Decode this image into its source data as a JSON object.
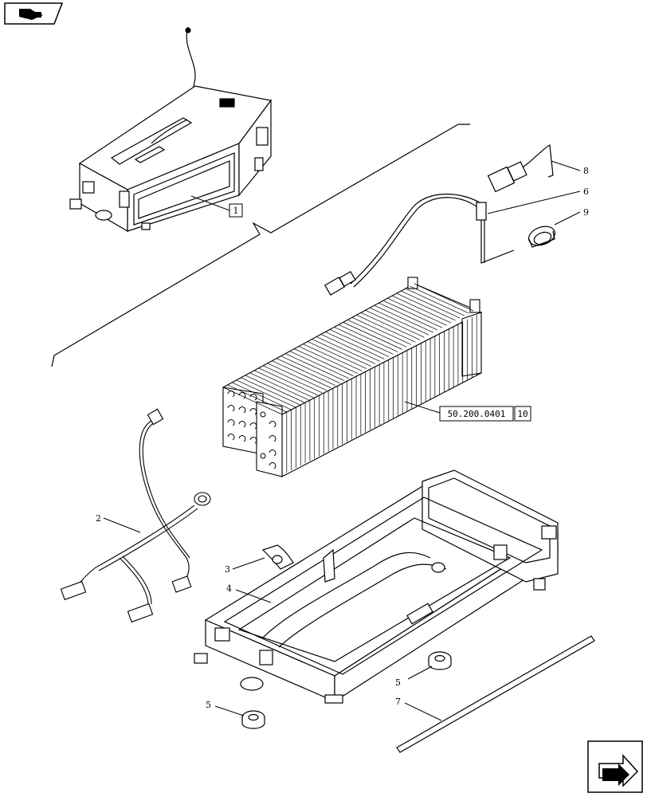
{
  "callouts": {
    "c1": "1",
    "c2": "2",
    "c3": "3",
    "c4": "4",
    "c5a": "5",
    "c5b": "5",
    "c6": "6",
    "c7": "7",
    "c8": "8",
    "c9": "9"
  },
  "reference": {
    "code": "50.200.0401",
    "suffix": "10"
  },
  "icons": {
    "top_left": "book-arrow-icon",
    "bottom_right": "next-page-arrow-icon"
  }
}
